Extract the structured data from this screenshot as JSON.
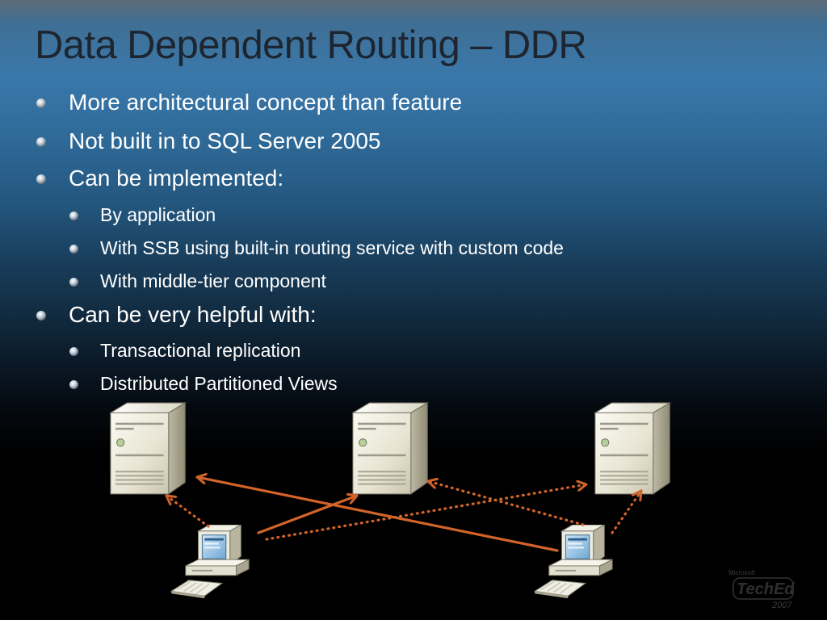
{
  "slide": {
    "title": "Data Dependent Routing – DDR",
    "bullets": [
      {
        "level": 1,
        "text": "More architectural concept than feature"
      },
      {
        "level": 1,
        "text": "Not built in to SQL Server 2005"
      },
      {
        "level": 1,
        "text": "Can be implemented:"
      },
      {
        "level": 2,
        "text": "By application"
      },
      {
        "level": 2,
        "text": "With SSB using built-in routing service with custom code"
      },
      {
        "level": 2,
        "text": "With middle-tier component"
      },
      {
        "level": 1,
        "text": "Can be very helpful with:"
      },
      {
        "level": 2,
        "text": "Transactional replication"
      },
      {
        "level": 2,
        "text": "Distributed Partitioned Views"
      }
    ]
  },
  "diagram": {
    "servers": [
      "server-left",
      "server-center",
      "server-right"
    ],
    "clients": [
      "client-left",
      "client-right"
    ],
    "arrow_color": "#d2642a",
    "connections": [
      {
        "from": "client-left",
        "to": "server-left",
        "style": "dotted"
      },
      {
        "from": "client-left",
        "to": "server-center",
        "style": "solid"
      },
      {
        "from": "client-left",
        "to": "server-right",
        "style": "dotted"
      },
      {
        "from": "client-right",
        "to": "server-left",
        "style": "solid"
      },
      {
        "from": "client-right",
        "to": "server-center",
        "style": "dotted"
      },
      {
        "from": "client-right",
        "to": "server-right",
        "style": "dotted"
      }
    ]
  },
  "logo": {
    "text_top": "Microsoft",
    "text_main": "TechEd",
    "text_year": "2007"
  },
  "colors": {
    "background_top": "#3a78ab",
    "background_bottom": "#000000",
    "title": "#1d2630",
    "bullet_text": "#ffffff",
    "arrow": "#d2642a"
  }
}
